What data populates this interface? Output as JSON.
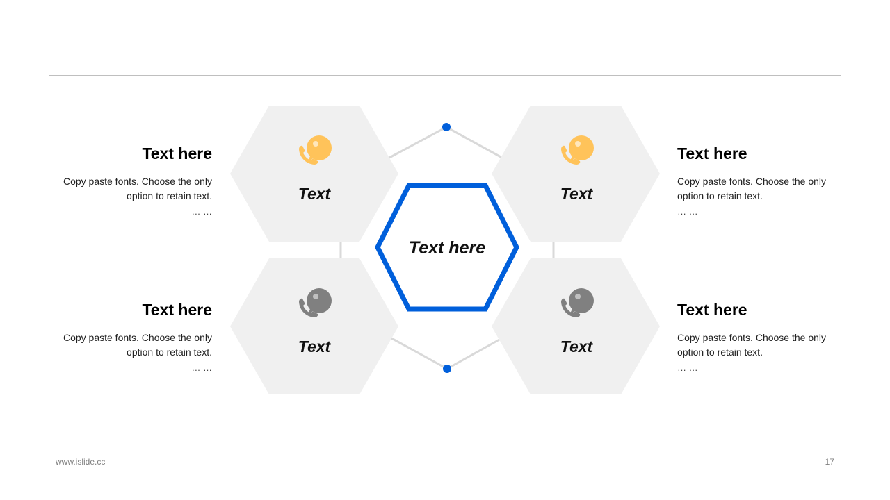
{
  "colors": {
    "accent": "#005fdb",
    "hexagon_fill": "#f0f0f0",
    "connector": "#d9d9d9",
    "icon_orange": "#ffc35a",
    "icon_gray": "#808080"
  },
  "center": {
    "label": "Text here"
  },
  "nodes": [
    {
      "label": "Text",
      "icon": "phone-chat-icon",
      "icon_color": "#ffc35a"
    },
    {
      "label": "Text",
      "icon": "phone-chat-icon",
      "icon_color": "#ffc35a"
    },
    {
      "label": "Text",
      "icon": "phone-chat-icon",
      "icon_color": "#808080"
    },
    {
      "label": "Text",
      "icon": "phone-chat-icon",
      "icon_color": "#808080"
    }
  ],
  "blocks": [
    {
      "title": "Text here",
      "body": "Copy paste fonts. Choose the only option to retain text.",
      "dots": "… …"
    },
    {
      "title": "Text here",
      "body": "Copy paste fonts. Choose the only option to retain text.",
      "dots": "… …"
    },
    {
      "title": "Text here",
      "body": "Copy paste fonts. Choose the only option to retain text.",
      "dots": "… …"
    },
    {
      "title": "Text here",
      "body": "Copy paste fonts. Choose the only option to retain text.",
      "dots": "… …"
    }
  ],
  "footer": {
    "url": "www.islide.cc",
    "page": "17"
  }
}
